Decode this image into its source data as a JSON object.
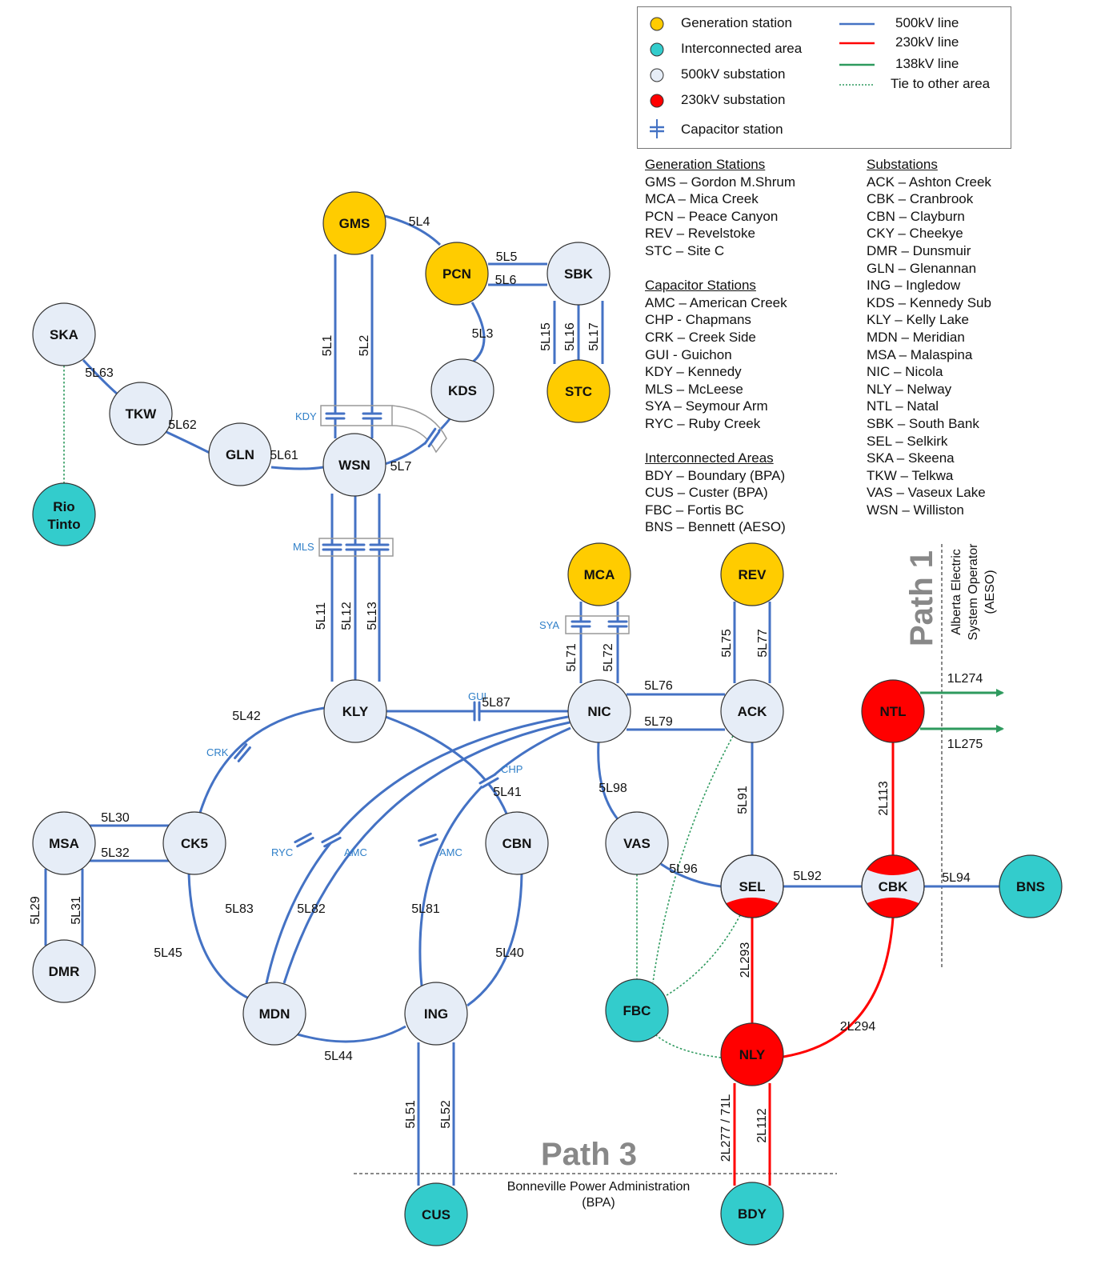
{
  "legend": {
    "symbols": [
      {
        "label": "Generation station",
        "kind": "generation",
        "color": "#FFCC00"
      },
      {
        "label": "Interconnected area",
        "kind": "interconnected",
        "color": "#33CCCC"
      },
      {
        "label": "500kV substation",
        "kind": "sub500",
        "color": "#E6EDF7"
      },
      {
        "label": "230kV substation",
        "kind": "sub230",
        "color": "#FF0000"
      },
      {
        "label": "Capacitor station",
        "kind": "capacitor",
        "color": "#4472C4"
      }
    ],
    "lines": [
      {
        "label": "500kV line",
        "color": "#4472C4",
        "style": "solid"
      },
      {
        "label": "230kV line",
        "color": "#FF0000",
        "style": "solid"
      },
      {
        "label": "138kV line",
        "color": "#2E9A5E",
        "style": "solid"
      },
      {
        "label": "Tie to other area",
        "color": "#2E9A5E",
        "style": "dotted"
      }
    ]
  },
  "key": {
    "generation_header": "Generation Stations",
    "generation": [
      "GMS – Gordon M.Shrum",
      "MCA – Mica Creek",
      "PCN – Peace Canyon",
      "REV – Revelstoke",
      "STC – Site C"
    ],
    "capacitor_header": "Capacitor Stations",
    "capacitor": [
      "AMC – American Creek",
      "CHP - Chapmans",
      "CRK – Creek Side",
      "GUI - Guichon",
      "KDY – Kennedy",
      "MLS – McLeese",
      "SYA – Seymour Arm",
      "RYC – Ruby Creek"
    ],
    "interconnected_header": "Interconnected Areas",
    "interconnected": [
      "BDY – Boundary (BPA)",
      "CUS – Custer (BPA)",
      "FBC – Fortis BC",
      "BNS – Bennett (AESO)"
    ],
    "substations_header": "Substations",
    "substations": [
      "ACK – Ashton Creek",
      "CBK – Cranbrook",
      "CBN – Clayburn",
      "CKY – Cheekye",
      "DMR – Dunsmuir",
      "GLN – Glenannan",
      "ING – Ingledow",
      "KDS – Kennedy Sub",
      "KLY – Kelly Lake",
      "MDN – Meridian",
      "MSA – Malaspina",
      "NIC – Nicola",
      "NLY – Nelway",
      "NTL – Natal",
      "SBK – South Bank",
      "SEL – Selkirk",
      "SKA – Skeena",
      "TKW – Telkwa",
      "VAS – Vaseux Lake",
      "WSN – Williston"
    ]
  },
  "colors": {
    "line500": "#4472C4",
    "line230": "#FF0000",
    "line138": "#2E9A5E",
    "generation": "#FFCC00",
    "interconnected": "#33CCCC",
    "sub500": "#E6EDF7",
    "sub230": "#FF0000",
    "capacitor_label": "#2F7FC8",
    "path_title": "#888888"
  },
  "nodes": [
    {
      "id": "GMS",
      "type": "generation"
    },
    {
      "id": "PCN",
      "type": "generation"
    },
    {
      "id": "SBK",
      "type": "sub500"
    },
    {
      "id": "STC",
      "type": "generation"
    },
    {
      "id": "KDS",
      "type": "sub500"
    },
    {
      "id": "SKA",
      "type": "sub500"
    },
    {
      "id": "TKW",
      "type": "sub500"
    },
    {
      "id": "GLN",
      "type": "sub500"
    },
    {
      "id": "WSN",
      "type": "sub500"
    },
    {
      "id": "Rio Tinto",
      "type": "interconnected"
    },
    {
      "id": "MCA",
      "type": "generation"
    },
    {
      "id": "REV",
      "type": "generation"
    },
    {
      "id": "KLY",
      "type": "sub500"
    },
    {
      "id": "NIC",
      "type": "sub500"
    },
    {
      "id": "ACK",
      "type": "sub500"
    },
    {
      "id": "NTL",
      "type": "sub230"
    },
    {
      "id": "MSA",
      "type": "sub500"
    },
    {
      "id": "CK5",
      "type": "sub500"
    },
    {
      "id": "CBN",
      "type": "sub500"
    },
    {
      "id": "VAS",
      "type": "sub500"
    },
    {
      "id": "SEL",
      "type": "sub500-230"
    },
    {
      "id": "CBK",
      "type": "sub500-230"
    },
    {
      "id": "BNS",
      "type": "interconnected"
    },
    {
      "id": "DMR",
      "type": "sub500"
    },
    {
      "id": "MDN",
      "type": "sub500"
    },
    {
      "id": "ING",
      "type": "sub500"
    },
    {
      "id": "FBC",
      "type": "interconnected"
    },
    {
      "id": "NLY",
      "type": "sub230"
    },
    {
      "id": "CUS",
      "type": "interconnected"
    },
    {
      "id": "BDY",
      "type": "interconnected"
    }
  ],
  "lines": [
    {
      "id": "5L1",
      "from": "GMS",
      "to": "WSN",
      "kv": 500,
      "capacitor": "KDY"
    },
    {
      "id": "5L2",
      "from": "GMS",
      "to": "WSN",
      "kv": 500,
      "capacitor": "KDY"
    },
    {
      "id": "5L3",
      "from": "PCN",
      "to": "KDS",
      "kv": 500
    },
    {
      "id": "5L4",
      "from": "GMS",
      "to": "PCN",
      "kv": 500
    },
    {
      "id": "5L5",
      "from": "PCN",
      "to": "SBK",
      "kv": 500
    },
    {
      "id": "5L6",
      "from": "PCN",
      "to": "SBK",
      "kv": 500
    },
    {
      "id": "5L7",
      "from": "KDS",
      "to": "WSN",
      "kv": 500,
      "capacitor": "KDY"
    },
    {
      "id": "5L15",
      "from": "SBK",
      "to": "STC",
      "kv": 500
    },
    {
      "id": "5L16",
      "from": "SBK",
      "to": "STC",
      "kv": 500
    },
    {
      "id": "5L17",
      "from": "SBK",
      "to": "STC",
      "kv": 500
    },
    {
      "id": "5L61",
      "from": "GLN",
      "to": "WSN",
      "kv": 500
    },
    {
      "id": "5L62",
      "from": "TKW",
      "to": "GLN",
      "kv": 500
    },
    {
      "id": "5L63",
      "from": "SKA",
      "to": "TKW",
      "kv": 500
    },
    {
      "id": "5L11",
      "from": "WSN",
      "to": "KLY",
      "kv": 500,
      "capacitor": "MLS"
    },
    {
      "id": "5L12",
      "from": "WSN",
      "to": "KLY",
      "kv": 500,
      "capacitor": "MLS"
    },
    {
      "id": "5L13",
      "from": "WSN",
      "to": "KLY",
      "kv": 500,
      "capacitor": "MLS"
    },
    {
      "id": "5L71",
      "from": "MCA",
      "to": "NIC",
      "kv": 500,
      "capacitor": "SYA"
    },
    {
      "id": "5L72",
      "from": "MCA",
      "to": "NIC",
      "kv": 500,
      "capacitor": "SYA"
    },
    {
      "id": "5L75",
      "from": "REV",
      "to": "ACK",
      "kv": 500
    },
    {
      "id": "5L77",
      "from": "REV",
      "to": "ACK",
      "kv": 500
    },
    {
      "id": "5L76",
      "from": "NIC",
      "to": "ACK",
      "kv": 500
    },
    {
      "id": "5L79",
      "from": "NIC",
      "to": "ACK",
      "kv": 500
    },
    {
      "id": "5L87",
      "from": "KLY",
      "to": "NIC",
      "kv": 500,
      "capacitor": "GUI"
    },
    {
      "id": "5L42",
      "from": "KLY",
      "to": "CK5",
      "kv": 500,
      "capacitor": "CRK"
    },
    {
      "id": "5L41",
      "from": "KLY",
      "to": "CBN",
      "kv": 500,
      "capacitor": "CHP"
    },
    {
      "id": "5L83",
      "from": "NIC",
      "to": "MDN",
      "kv": 500,
      "capacitor": "RYC"
    },
    {
      "id": "5L82",
      "from": "NIC",
      "to": "MDN",
      "kv": 500,
      "capacitor": "AMC"
    },
    {
      "id": "5L81",
      "from": "NIC",
      "to": "ING",
      "kv": 500,
      "capacitor": "AMC"
    },
    {
      "id": "5L98",
      "from": "NIC",
      "to": "VAS",
      "kv": 500
    },
    {
      "id": "5L91",
      "from": "ACK",
      "to": "SEL",
      "kv": 500
    },
    {
      "id": "5L96",
      "from": "VAS",
      "to": "SEL",
      "kv": 500
    },
    {
      "id": "5L92",
      "from": "SEL",
      "to": "CBK",
      "kv": 500
    },
    {
      "id": "5L94",
      "from": "CBK",
      "to": "BNS",
      "kv": 500
    },
    {
      "id": "5L30",
      "from": "MSA",
      "to": "CK5",
      "kv": 500
    },
    {
      "id": "5L32",
      "from": "MSA",
      "to": "CK5",
      "kv": 500
    },
    {
      "id": "5L29",
      "from": "MSA",
      "to": "DMR",
      "kv": 500
    },
    {
      "id": "5L31",
      "from": "MSA",
      "to": "DMR",
      "kv": 500
    },
    {
      "id": "5L45",
      "from": "CK5",
      "to": "MDN",
      "kv": 500
    },
    {
      "id": "5L40",
      "from": "CBN",
      "to": "ING",
      "kv": 500
    },
    {
      "id": "5L44",
      "from": "MDN",
      "to": "ING",
      "kv": 500
    },
    {
      "id": "5L51",
      "from": "ING",
      "to": "CUS",
      "kv": 500
    },
    {
      "id": "5L52",
      "from": "ING",
      "to": "CUS",
      "kv": 500
    },
    {
      "id": "2L113",
      "from": "NTL",
      "to": "CBK",
      "kv": 230
    },
    {
      "id": "2L293",
      "from": "SEL",
      "to": "NLY",
      "kv": 230
    },
    {
      "id": "2L294",
      "from": "CBK",
      "to": "NLY",
      "kv": 230
    },
    {
      "id": "2L277 / 71L",
      "from": "NLY",
      "to": "BDY",
      "kv": 230
    },
    {
      "id": "2L112",
      "from": "NLY",
      "to": "BDY",
      "kv": 230
    },
    {
      "id": "1L274",
      "from": "NTL",
      "to": "AESO",
      "kv": 138
    },
    {
      "id": "1L275",
      "from": "NTL",
      "to": "AESO",
      "kv": 138
    }
  ],
  "ties": [
    {
      "from": "SKA",
      "to": "Rio Tinto"
    },
    {
      "from": "VAS",
      "to": "FBC"
    },
    {
      "from": "ACK",
      "to": "FBC"
    },
    {
      "from": "SEL",
      "to": "FBC"
    },
    {
      "from": "NLY",
      "to": "FBC"
    }
  ],
  "paths": {
    "path1": {
      "title": "Path 1",
      "area": [
        "Alberta Electric",
        "System Operator",
        "(AESO)"
      ]
    },
    "path3": {
      "title": "Path 3",
      "area": [
        "Bonneville Power Administration",
        "(BPA)"
      ]
    }
  }
}
